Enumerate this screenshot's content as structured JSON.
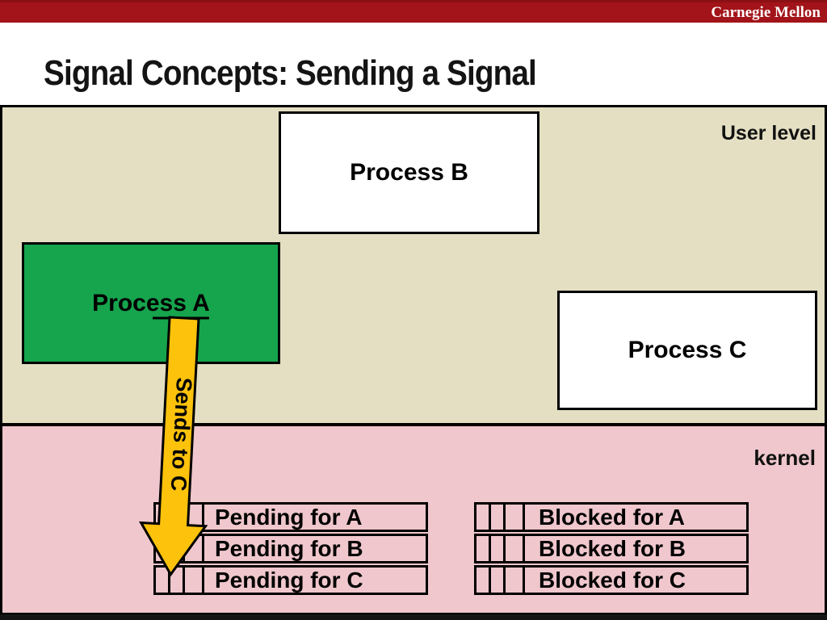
{
  "brand": {
    "label": "Carnegie Mellon"
  },
  "slide": {
    "title": "Signal Concepts: Sending a Signal"
  },
  "diagram": {
    "regions": {
      "user": "User level",
      "kernel": "kernel"
    },
    "processes": {
      "a": "Process A",
      "b": "Process B",
      "c": "Process C"
    },
    "arrow": {
      "label": "Sends to C"
    },
    "pending": {
      "rows": [
        "Pending for A",
        "Pending for B",
        "Pending for C"
      ]
    },
    "blocked": {
      "rows": [
        "Blocked for A",
        "Blocked for B",
        "Blocked for C"
      ]
    },
    "colors": {
      "header_bar": "#a21419",
      "user_bg": "#e4dfc3",
      "kernel_bg": "#efc7cc",
      "process_a_bg": "#16a44d",
      "arrow_fill": "#fcc20c",
      "border": "#000000"
    }
  }
}
